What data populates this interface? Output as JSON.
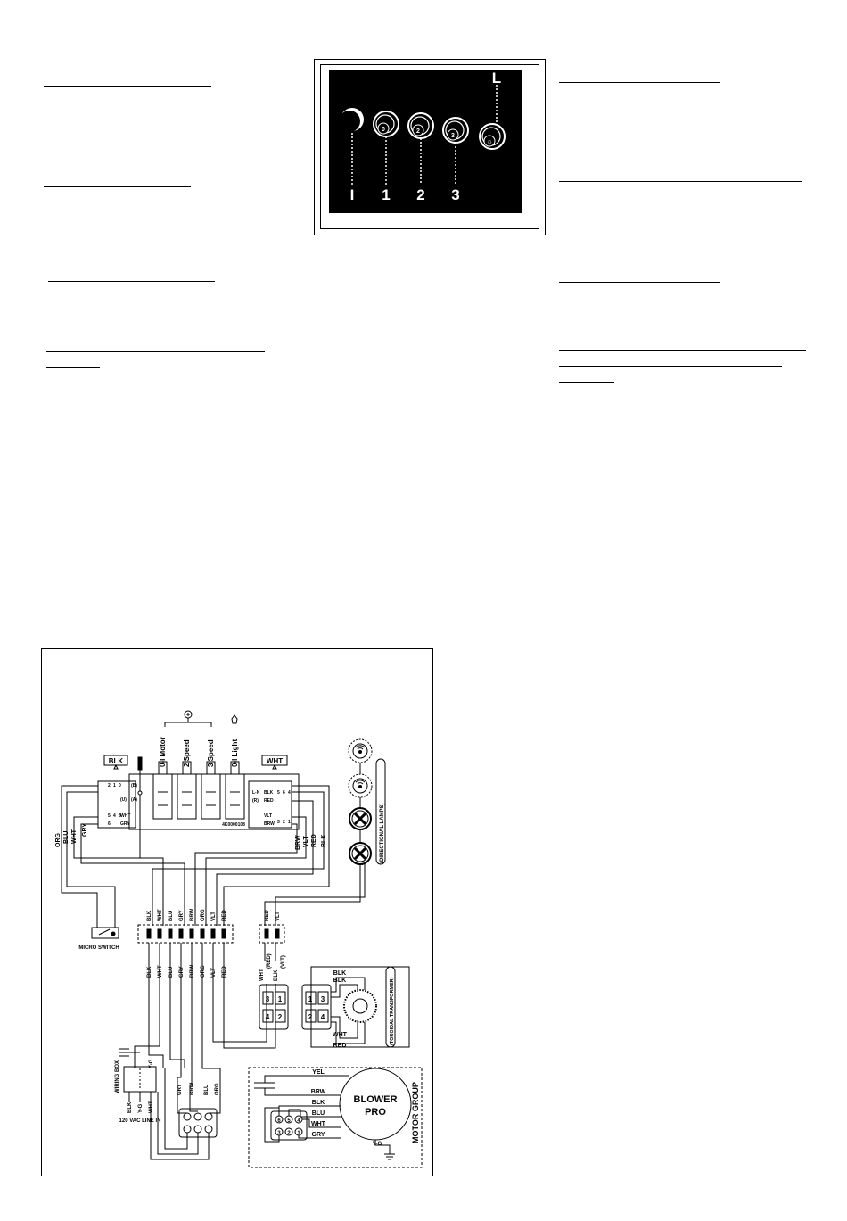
{
  "control_panel": {
    "left_label": "I",
    "knobs": [
      {
        "label": "1",
        "inner": "0"
      },
      {
        "label": "2",
        "inner": "2"
      },
      {
        "label": "3",
        "inner": "3"
      },
      {
        "label": "",
        "inner": "☼"
      }
    ],
    "top_right_label": "L"
  },
  "wiring": {
    "switch_labels": [
      "0-I Motor",
      "2 Speed",
      "3 Speed",
      "0-I Light"
    ],
    "board_code": "4K0000108",
    "tag_left": "BLK",
    "tag_right": "WHT",
    "left_pins": [
      "2",
      "1",
      "5",
      "4",
      "3",
      "6"
    ],
    "left_pin_codes": [
      "0",
      "(A)",
      "(U)",
      "WHT",
      "GRY",
      "(B)"
    ],
    "right_pins": [
      "5",
      "6",
      "4",
      "3",
      "2",
      "1"
    ],
    "right_pin_codes": [
      "BLK",
      "RED",
      "VLT",
      "BRW",
      "L-N",
      "(R)"
    ],
    "left_drop": [
      "ORG",
      "BLU",
      "WHT",
      "GRY"
    ],
    "right_drop": [
      "BRW",
      "VLT",
      "RED",
      "BLK"
    ],
    "connector_top": [
      "BLK",
      "WHT",
      "BLU",
      "GRY",
      "BRW",
      "ORG",
      "VLT",
      "RED"
    ],
    "connector_bottom": [
      "BLK",
      "WHT",
      "BLU",
      "GRY",
      "BRW",
      "ORG",
      "VLT",
      "RED"
    ],
    "lamp_conn_top": [
      "RED",
      "VLT"
    ],
    "lamp_conn_bottom": [
      "WHT",
      "(RED)",
      "BLK",
      "(VLT)"
    ],
    "lamps_label": "(DIRECTIONAL LAMPS)",
    "micro_switch": "MICRO SWITCH",
    "transformer_label": "(TOROIDAL TRANSFORMER)",
    "transformer_wires": [
      "BLK",
      "BLK",
      "WHT",
      "RED"
    ],
    "plug_pins": [
      "3",
      "1",
      "4",
      "2"
    ],
    "trans_pins": [
      "1",
      "3",
      "2",
      "4"
    ],
    "wiring_box": "WIRING BOX",
    "box_wires": [
      "BLK",
      "Y-G",
      "WHT"
    ],
    "yg_label": "Y-G",
    "line_in": "120 VAC LINE IN",
    "box_drop": [
      "GRY",
      "BRW",
      "BLU",
      "ORG"
    ],
    "motor_block_pins": [
      "6",
      "5",
      "4",
      "3",
      "2",
      "1"
    ],
    "motor_wires": [
      "YEL",
      "BRW",
      "BLK",
      "BLU",
      "WHT",
      "GRY"
    ],
    "blower_title": "BLOWER",
    "blower_sub": "PRO",
    "motor_ground": "Y-G",
    "motor_group": "MOTOR GROUP"
  }
}
